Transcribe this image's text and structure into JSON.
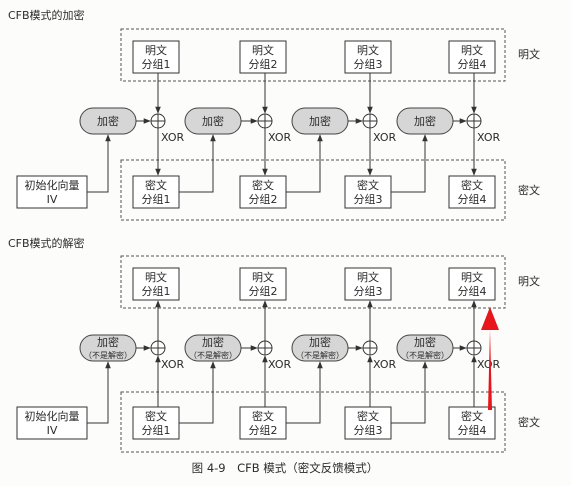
{
  "encryption": {
    "section_title": "CFB模式的加密",
    "plaintext_label": "明文",
    "ciphertext_label": "密文",
    "plaintext_blocks": [
      [
        "明文",
        "分组1"
      ],
      [
        "明文",
        "分组2"
      ],
      [
        "明文",
        "分组3"
      ],
      [
        "明文",
        "分组4"
      ]
    ],
    "ciphertext_blocks": [
      [
        "密文",
        "分组1"
      ],
      [
        "密文",
        "分组2"
      ],
      [
        "密文",
        "分组3"
      ],
      [
        "密文",
        "分组4"
      ]
    ],
    "encrypt_label": "加密",
    "xor_label": "XOR",
    "iv": [
      "初始化向量",
      "IV"
    ]
  },
  "decryption": {
    "section_title": "CFB模式的解密",
    "plaintext_label": "明文",
    "ciphertext_label": "密文",
    "plaintext_blocks": [
      [
        "明文",
        "分组1"
      ],
      [
        "明文",
        "分组2"
      ],
      [
        "明文",
        "分组3"
      ],
      [
        "明文",
        "分组4"
      ]
    ],
    "ciphertext_blocks": [
      [
        "密文",
        "分组1"
      ],
      [
        "密文",
        "分组2"
      ],
      [
        "密文",
        "分组3"
      ],
      [
        "密文",
        "分组4"
      ]
    ],
    "encrypt_label": "加密",
    "encrypt_note": "（不是解密）",
    "xor_label": "XOR",
    "iv": [
      "初始化向量",
      "IV"
    ]
  },
  "caption": "图 4-9　CFB 模式（密文反馈模式）",
  "colors": {
    "line": "#333333",
    "pill_fill": "#d6d6d6",
    "annotation_arrow": "#e8151b"
  }
}
